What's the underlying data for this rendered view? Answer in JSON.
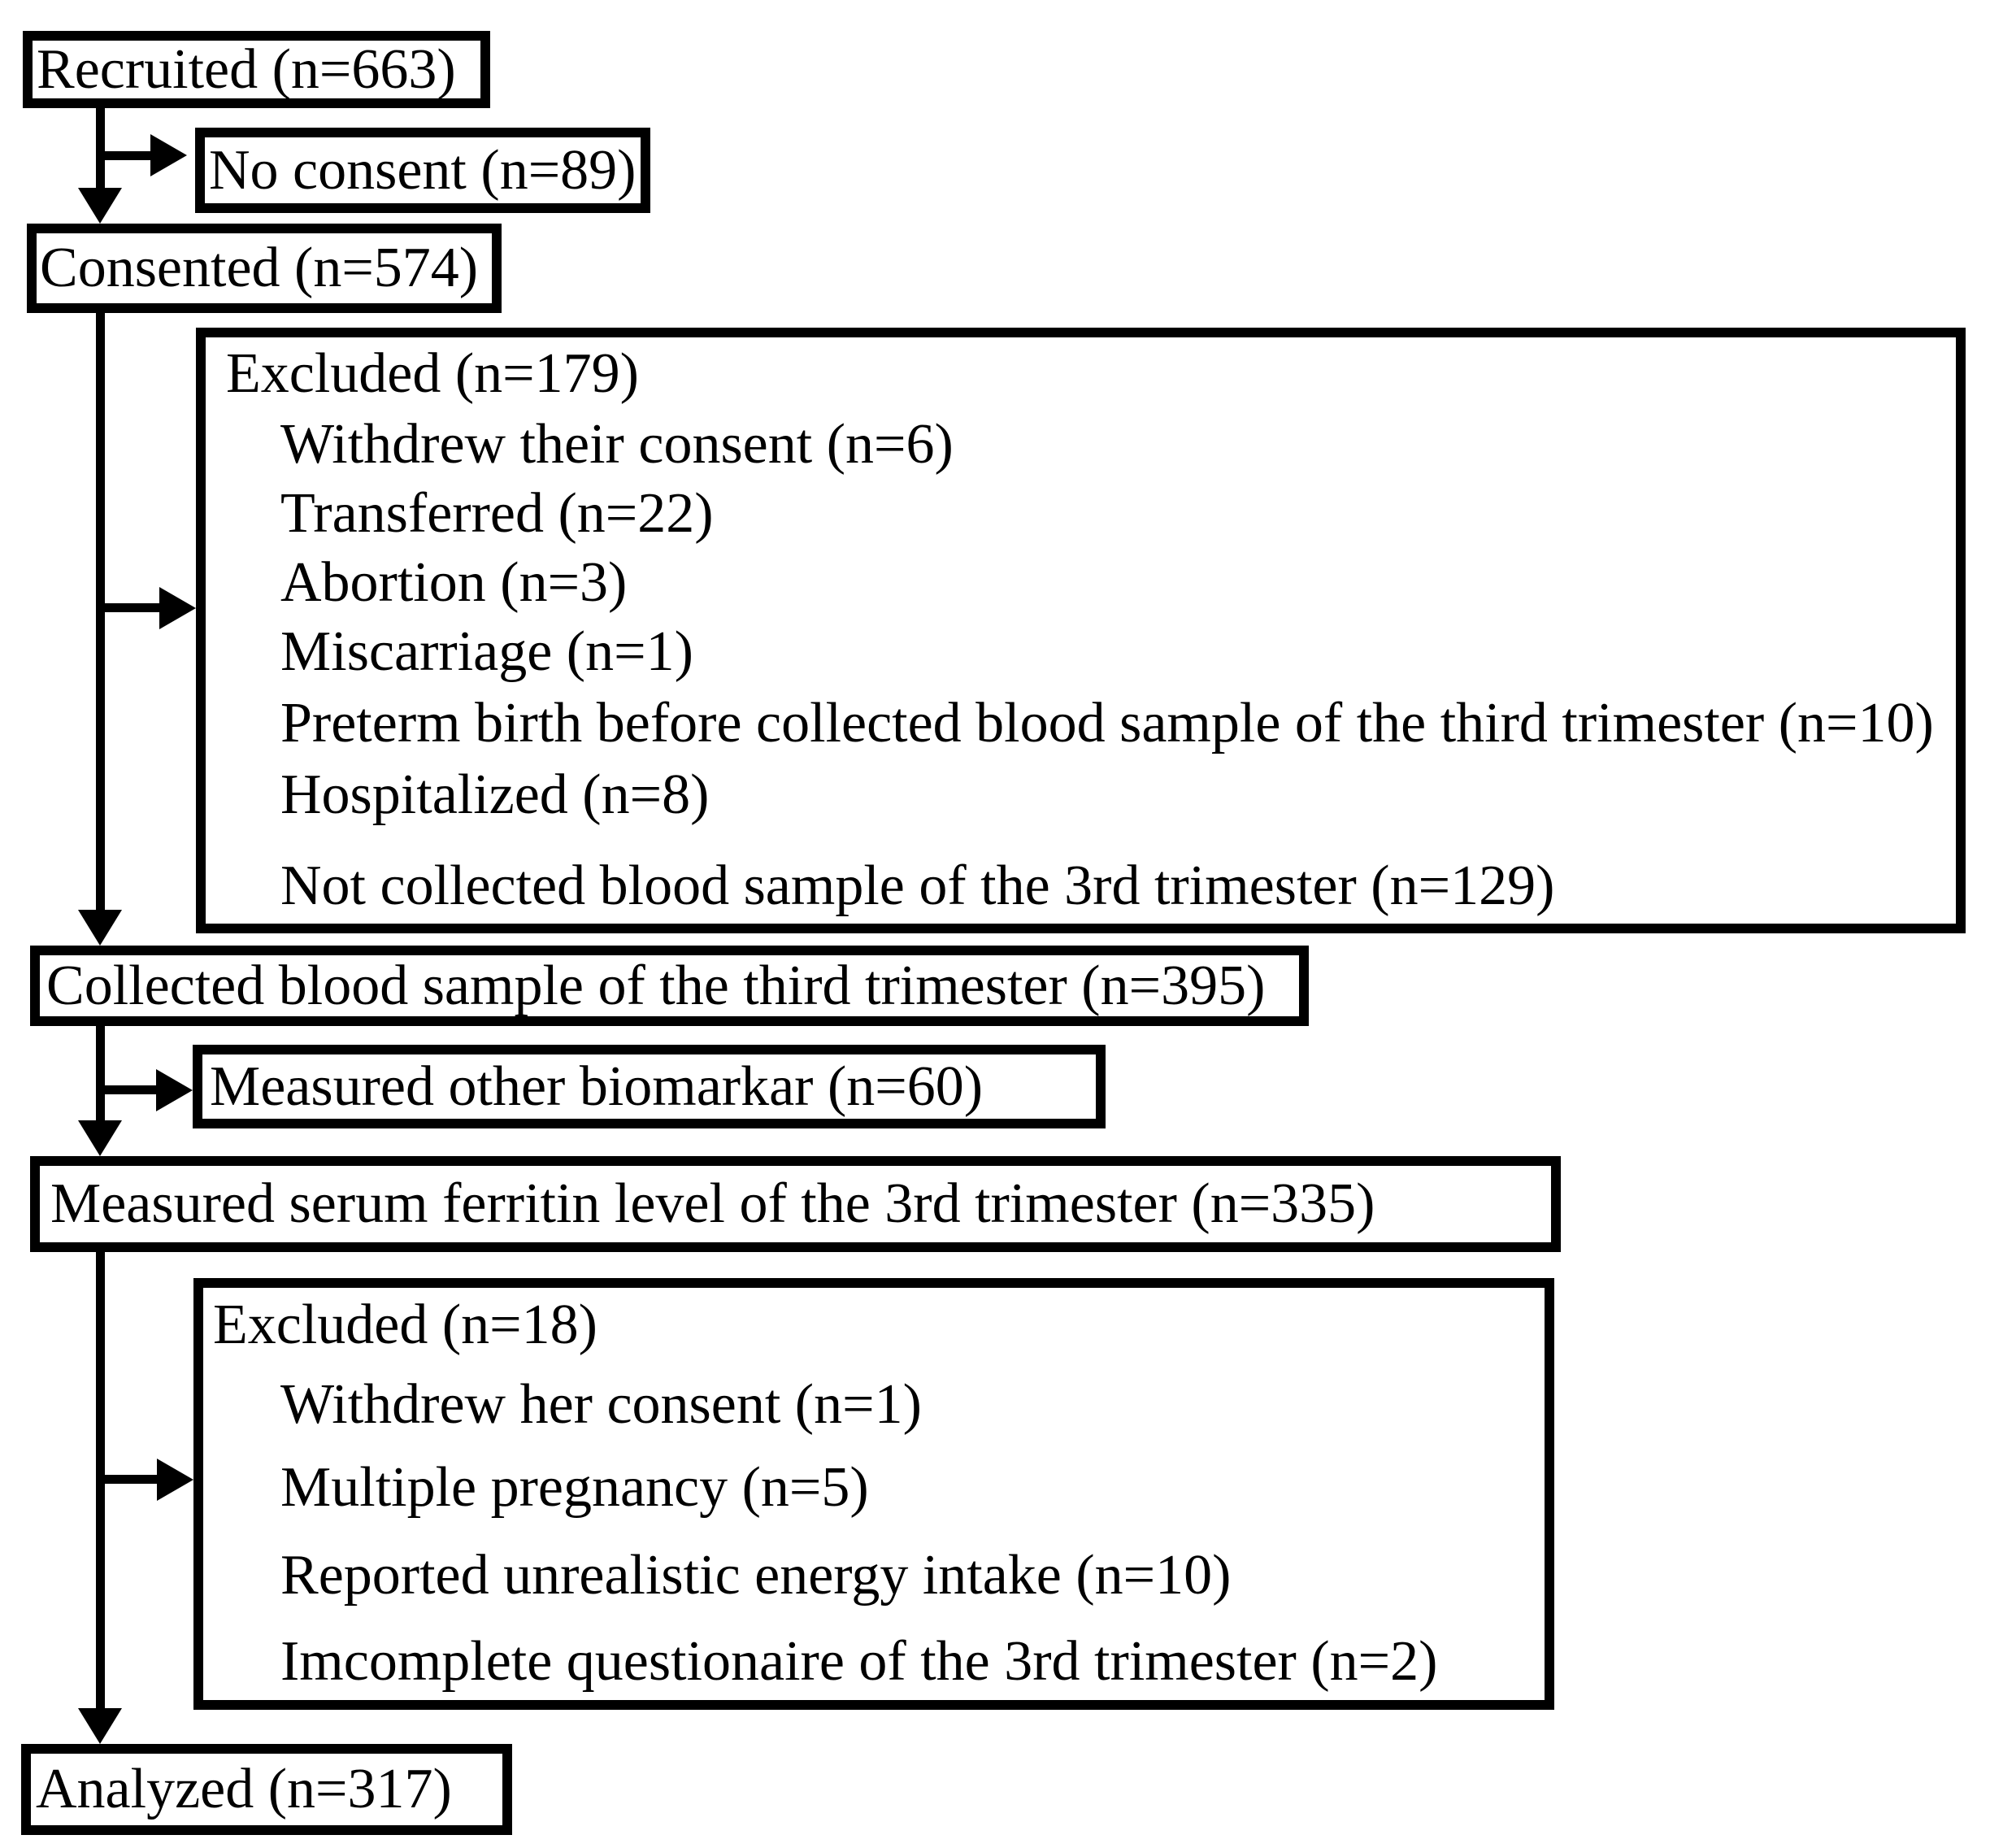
{
  "diagram": {
    "type": "study-flowchart",
    "boxes": {
      "recruited": {
        "label": "Recruited (n=663)"
      },
      "no_consent": {
        "label": "No consent (n=89)"
      },
      "consented": {
        "label": "Consented (n=574)"
      },
      "excluded1": {
        "header": "Excluded (n=179)",
        "items": [
          "Withdrew their consent (n=6)",
          "Transferred (n=22)",
          "Abortion (n=3)",
          "Miscarriage (n=1)",
          "Preterm birth before collected blood sample of the third trimester (n=10)",
          "Hospitalized (n=8)",
          "Not collected blood sample of the 3rd trimester (n=129)"
        ]
      },
      "collected": {
        "label": "Collected blood sample of the third trimester (n=395)"
      },
      "biomarker": {
        "label": "Measured other biomarkar (n=60)"
      },
      "ferritin": {
        "label": "Measured serum ferritin level of the 3rd trimester (n=335)"
      },
      "excluded2": {
        "header": "Excluded (n=18)",
        "items": [
          "Withdrew her consent (n=1)",
          "Multiple pregnancy (n=5)",
          "Reported unrealistic energy intake (n=10)",
          "Imcomplete questionaire of the 3rd trimester (n=2)"
        ]
      },
      "analyzed": {
        "label": "Analyzed (n=317)"
      }
    },
    "colors": {
      "line": "#000000",
      "background": "#ffffff"
    }
  }
}
